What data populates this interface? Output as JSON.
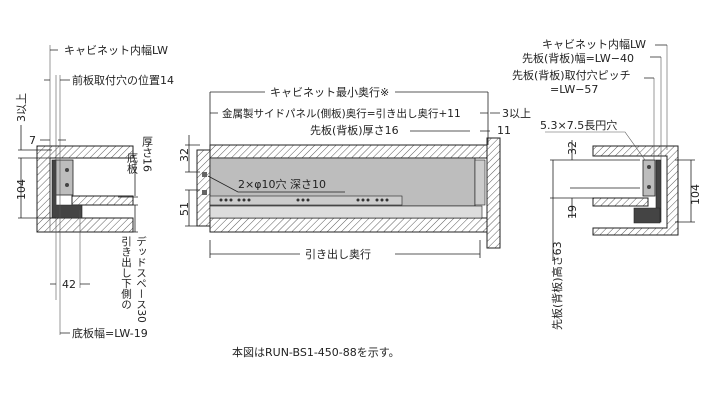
{
  "left_view": {
    "cabinet_inner_width": "キャビネット内幅LW",
    "front_mount_hole_position": "前板取付穴の位置14",
    "clearance_top": "3以上",
    "dim_7": "7",
    "dim_104": "104",
    "bottom_board": "底板",
    "bottom_thickness": "厚さ16",
    "dim_42": "42",
    "dead_space_line1": "引き出し下側の",
    "dead_space_line2": "デッドスペース30",
    "bottom_width": "底板幅=LW-19"
  },
  "middle_view": {
    "cabinet_min_depth": "キャビネット最小奥行※",
    "side_panel_depth": "金属製サイドパネル(側板)奥行=引き出し奥行+11",
    "clearance_3": "3以上",
    "back_thickness": "先板(背板)厚さ16",
    "dim_11": "11",
    "dim_32": "32",
    "dim_51": "51",
    "holes": "2×φ10穴 深さ10",
    "drawer_depth": "引き出し奥行"
  },
  "right_view": {
    "cabinet_inner_width": "キャビネット内幅LW",
    "back_width": "先板(背板)幅=LW−40",
    "back_hole_pitch_line1": "先板(背板)取付穴ピッチ",
    "back_hole_pitch_line2": "=LW−57",
    "slot": "5.3×7.5長円穴",
    "dim_32": "32",
    "dim_19": "19",
    "dim_104": "104",
    "back_height": "先板(背板)高さ63"
  },
  "caption": "本図はRUN-BS1-450-88を示す。"
}
